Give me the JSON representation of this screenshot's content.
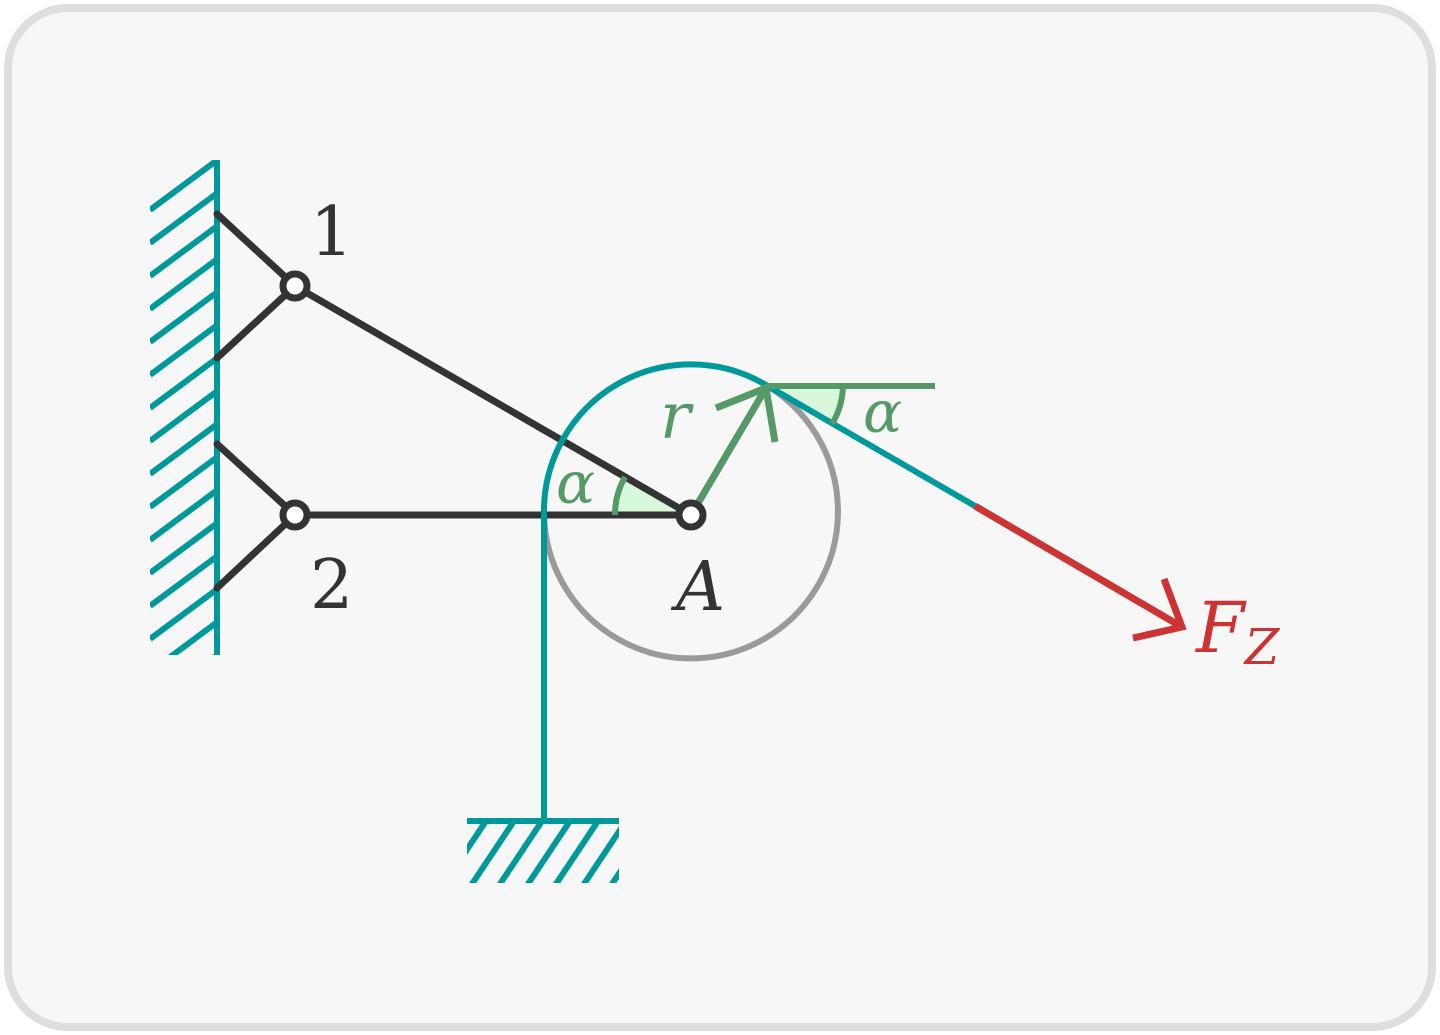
{
  "labels": {
    "node1": "1",
    "node2": "2",
    "pointA": "A",
    "radius": "r",
    "angle_left": "α",
    "angle_right": "α",
    "force_main": "F",
    "force_sub": "Z"
  },
  "colors": {
    "background": "#f7f7f7",
    "border": "#dedede",
    "support": "#00999b",
    "rope": "#00999b",
    "bar": "#333333",
    "pulley_back": "#9a9a9a",
    "angle": "#559966",
    "angle_fill": "#d8f8dc",
    "force": "#cc3333"
  }
}
